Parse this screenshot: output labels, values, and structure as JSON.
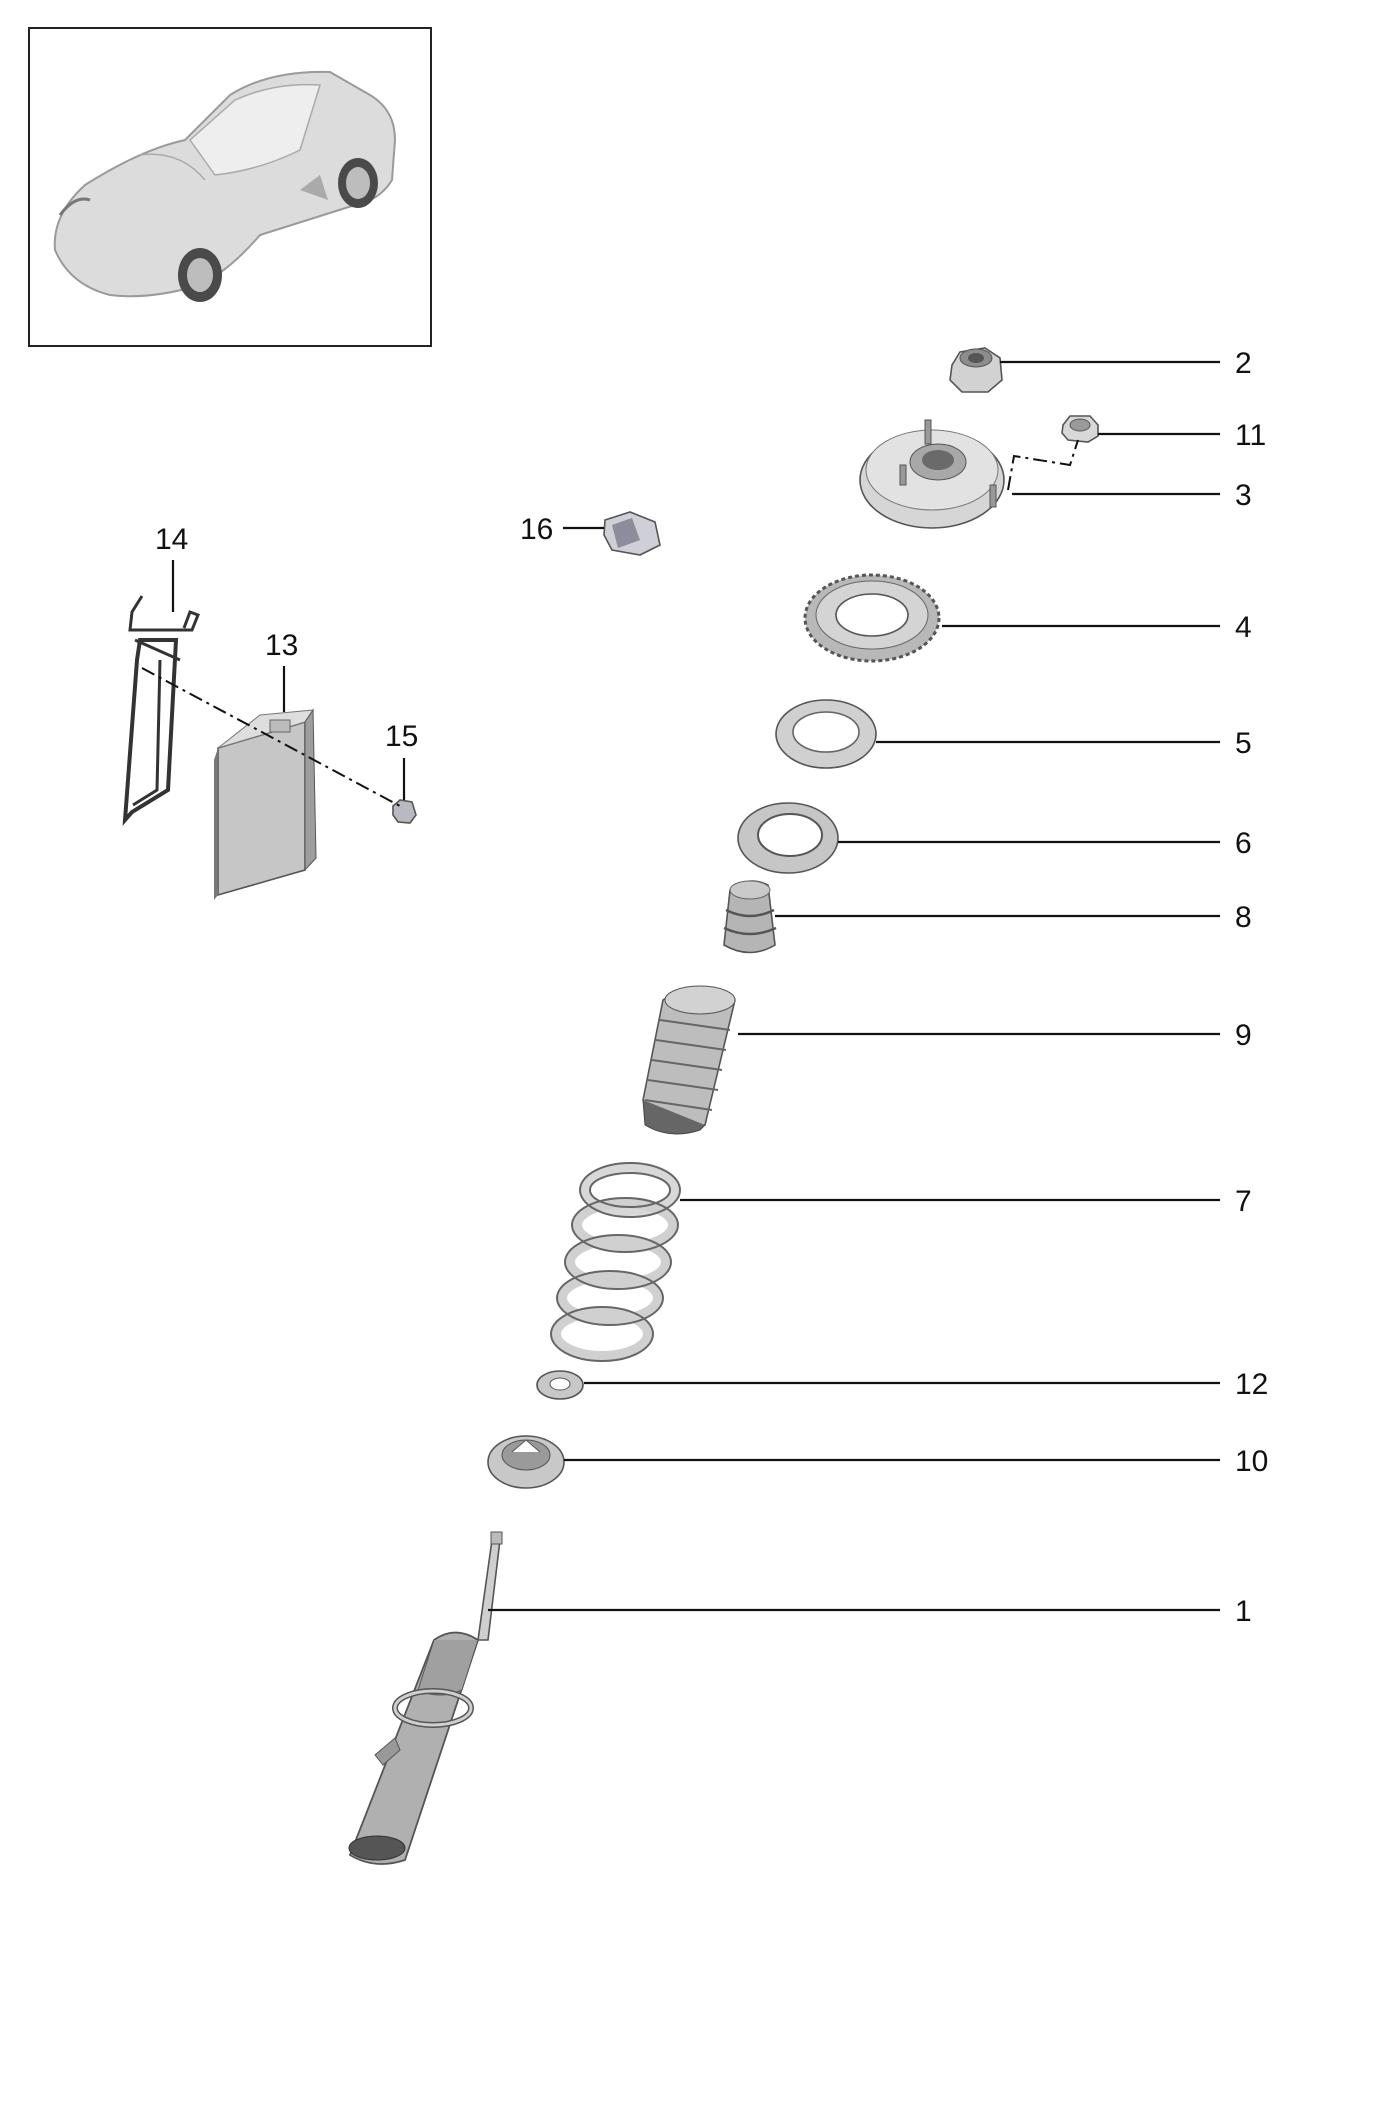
{
  "diagram": {
    "background": "#ffffff",
    "part_fill": "#cfcfcf",
    "part_dark": "#8a8a8a",
    "callouts": [
      {
        "id": "c1",
        "label": "1"
      },
      {
        "id": "c2",
        "label": "2"
      },
      {
        "id": "c3",
        "label": "3"
      },
      {
        "id": "c4",
        "label": "4"
      },
      {
        "id": "c5",
        "label": "5"
      },
      {
        "id": "c6",
        "label": "6"
      },
      {
        "id": "c7",
        "label": "7"
      },
      {
        "id": "c8",
        "label": "8"
      },
      {
        "id": "c9",
        "label": "9"
      },
      {
        "id": "c10",
        "label": "10"
      },
      {
        "id": "c11",
        "label": "11"
      },
      {
        "id": "c12",
        "label": "12"
      },
      {
        "id": "c13",
        "label": "13"
      },
      {
        "id": "c14",
        "label": "14"
      },
      {
        "id": "c15",
        "label": "15"
      },
      {
        "id": "c16",
        "label": "16"
      }
    ]
  }
}
